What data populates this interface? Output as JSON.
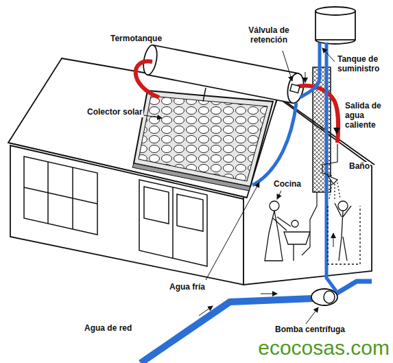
{
  "diagram": {
    "labels": [
      "Termotanque",
      "Válvula de retención",
      "Tanque de suministro",
      "Colector solar",
      "Salida de agua caliente",
      "Baño",
      "Cocina",
      "Agua fría",
      "Agua de red",
      "Bomba centrífuga",
      "ecocosas.com"
    ]
  }
}
